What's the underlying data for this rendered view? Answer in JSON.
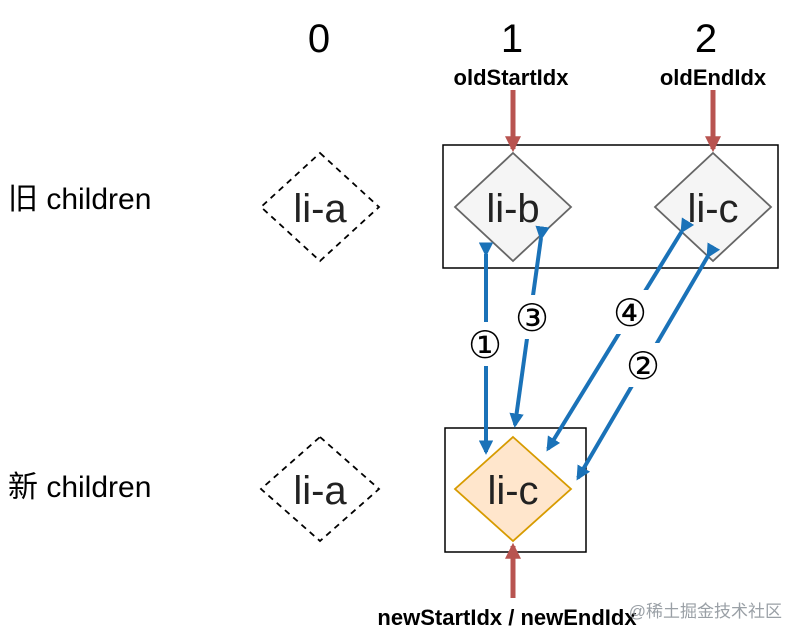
{
  "indices": [
    "0",
    "1",
    "2"
  ],
  "pointers": {
    "old_start": "oldStartIdx",
    "old_end": "oldEndIdx",
    "new_start_end": "newStartIdx / newEndIdx"
  },
  "rows": {
    "old": "旧 children",
    "new": "新 children"
  },
  "old_nodes": [
    "li-a",
    "li-b",
    "li-c"
  ],
  "new_nodes": [
    "li-a",
    "li-c"
  ],
  "steps": [
    "①",
    "②",
    "③",
    "④"
  ],
  "watermark": "@稀土掘金技术社区",
  "colors": {
    "pointer_arrow": "#b85450",
    "compare_arrow": "#1a72b8",
    "node_fill": "#f5f5f5",
    "node_stroke": "#666666",
    "new_node_fill": "#ffe6cc",
    "new_node_stroke": "#d79b00"
  }
}
